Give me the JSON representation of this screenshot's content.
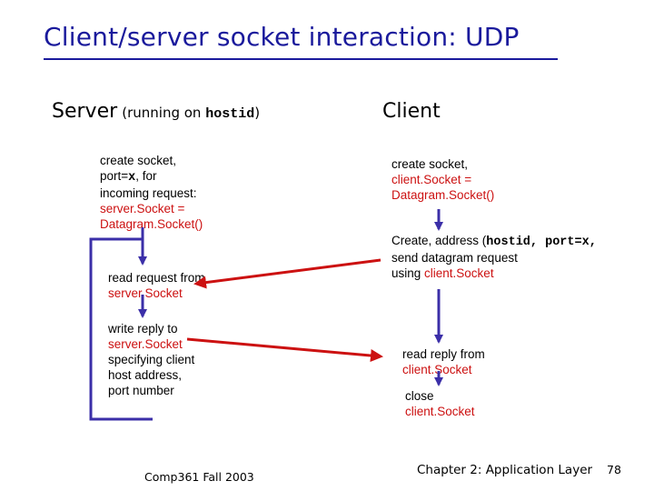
{
  "title": "Client/server socket interaction: UDP",
  "server": {
    "heading": "Server",
    "paren_open": "(running on ",
    "host": "hostid",
    "paren_close": ")",
    "step1": {
      "line1": "create socket,",
      "line2a": "port=",
      "line2b": "x",
      "line2c": ", for",
      "line3": "incoming request:",
      "line4": "server.Socket =",
      "line5": "Datagram.Socket()"
    },
    "step2": {
      "line1": "read request from",
      "line2": "server.Socket"
    },
    "step3": {
      "line1": "write reply to",
      "line2": "server.Socket",
      "line3": "specifying client",
      "line4": "host address,",
      "line5": "port number"
    }
  },
  "client": {
    "heading": "Client",
    "step1": {
      "line1": "create socket,",
      "line2": "client.Socket =",
      "line3": "Datagram.Socket()"
    },
    "step2": {
      "line1a": "Create, address (",
      "line1b": "hostid, port=x,",
      "line2": "send datagram request",
      "line3a": "using ",
      "line3b": "client.Socket"
    },
    "step3": {
      "line1": "read reply from",
      "line2": "client.Socket"
    },
    "step4": {
      "line1": "close",
      "line2": "client.Socket"
    }
  },
  "footer": {
    "left": "Comp361  Fall 2003",
    "chapter": "Chapter 2: Application Layer",
    "page": "78"
  },
  "colors": {
    "title": "#1a1a9c",
    "highlight": "#cc1111",
    "flow_arrow": "#3b2fa8"
  }
}
